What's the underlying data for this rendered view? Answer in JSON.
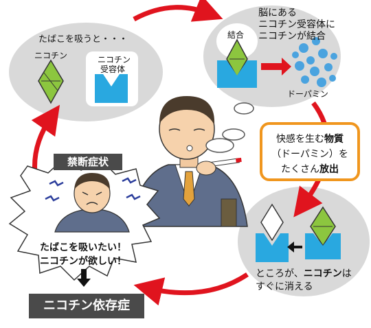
{
  "step1": {
    "title": "たばこを吸うと・・・",
    "nicotine_label": "ニコチン",
    "receptor_label_1": "ニコチン",
    "receptor_label_2": "受容体"
  },
  "step2": {
    "title_line1": "脳にある",
    "title_line2": "ニコチン受容体に",
    "title_line3": "ニコチンが結合",
    "bind_label": "結合",
    "dopamine_label": "ドーパミン"
  },
  "release_box": {
    "line1_a": "快感を生む",
    "line1_b": "物質",
    "line2": "（ドーパミン）を",
    "line3_a": "たくさん",
    "line3_b": "放出"
  },
  "step4": {
    "line1_a": "ところが、",
    "line1_b": "ニコチン",
    "line1_c": "は",
    "line2": "すぐに消える"
  },
  "withdrawal": {
    "badge": "禁断症状",
    "craving_line1": "たばこを吸いたい！",
    "craving_line2": "ニコチンが欲しい！"
  },
  "conclusion": {
    "label": "ニコチン依存症"
  },
  "colors": {
    "circle": "#d9d9d9",
    "arrow": "#e0141e",
    "receptor": "#29a8e0",
    "nicotine": "#8cc63f",
    "dopamine": "#4aa3df",
    "box_border": "#f0961e",
    "label_bg": "#4a4a4a"
  }
}
